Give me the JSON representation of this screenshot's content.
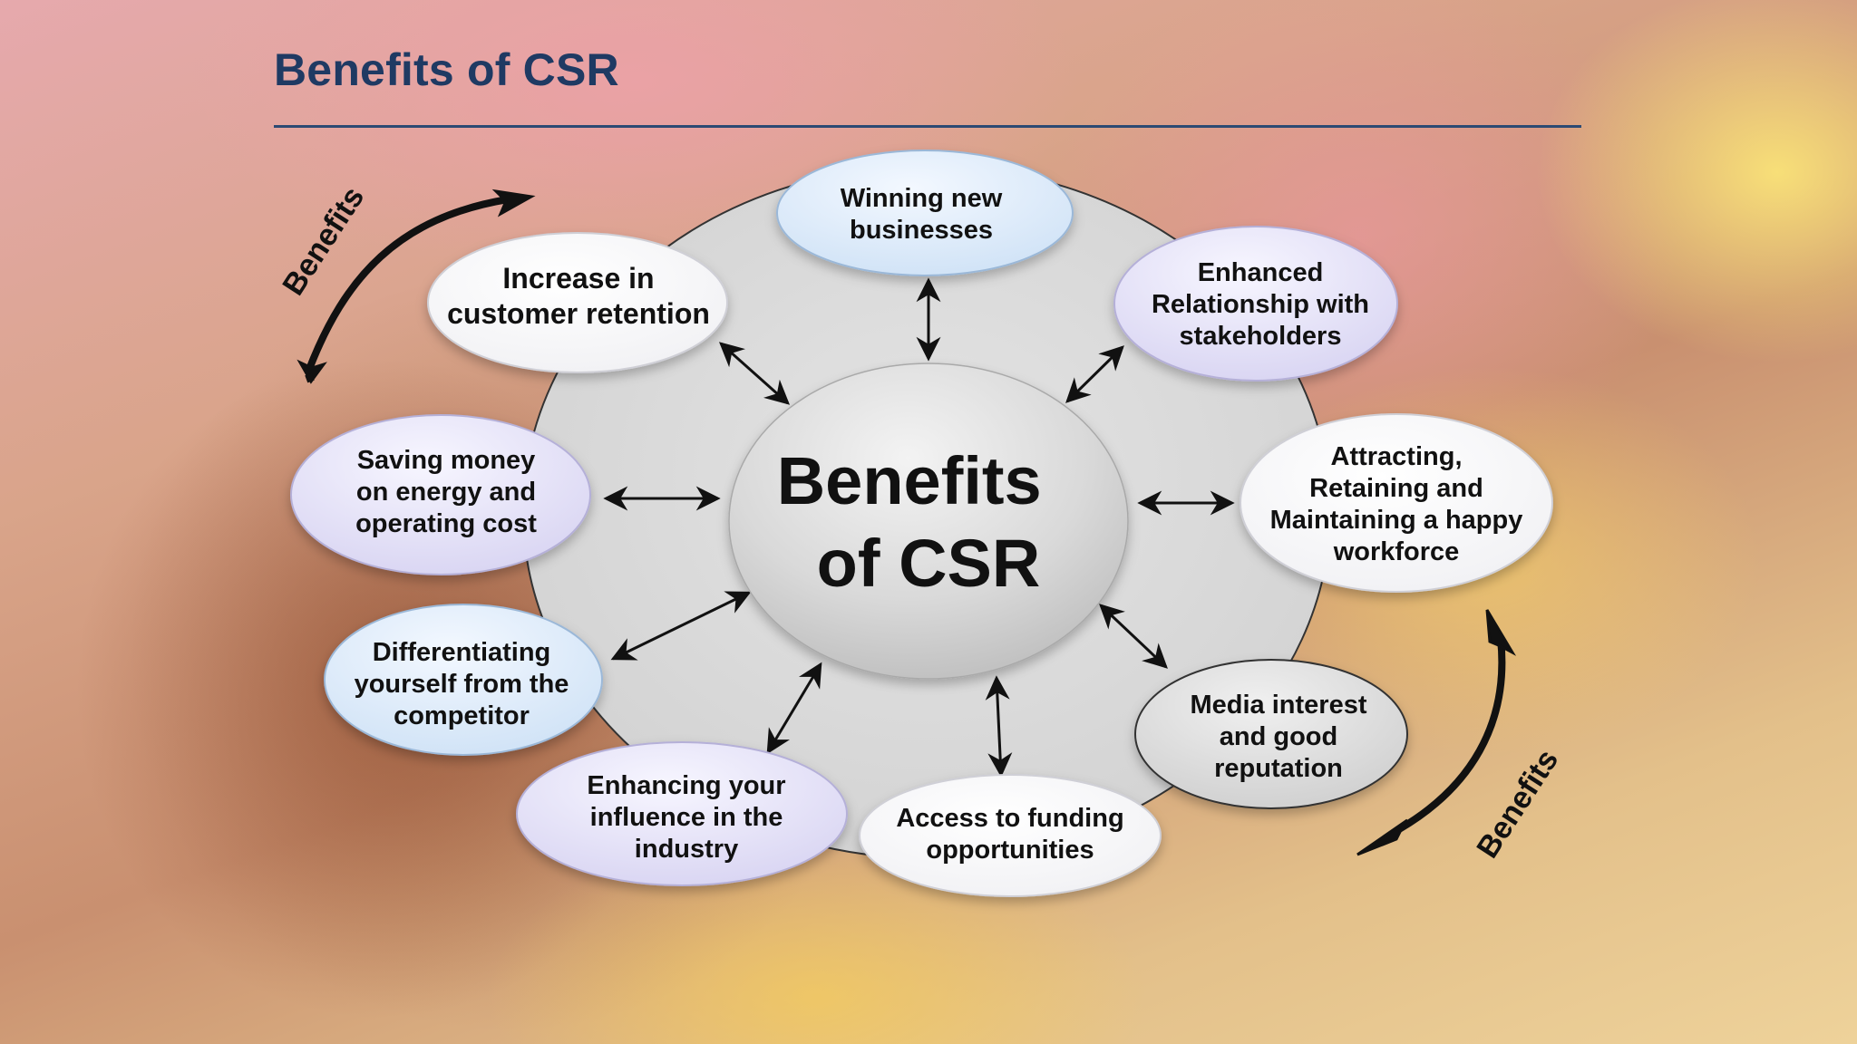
{
  "slide": {
    "title": "Benefits of CSR"
  },
  "diagram": {
    "center_lines": [
      "Benefits",
      "of CSR"
    ],
    "nodes": [
      {
        "id": "winning-new-businesses",
        "lines": [
          "Winning new",
          "businesses"
        ]
      },
      {
        "id": "enhanced-relationship",
        "lines": [
          "Enhanced",
          "Relationship with",
          "stakeholders"
        ]
      },
      {
        "id": "happy-workforce",
        "lines": [
          "Attracting,",
          "Retaining and",
          "Maintaining a happy",
          "workforce"
        ]
      },
      {
        "id": "media-interest",
        "lines": [
          "Media interest",
          "and good",
          "reputation"
        ]
      },
      {
        "id": "access-to-funding",
        "lines": [
          "Access to funding",
          "opportunities"
        ]
      },
      {
        "id": "enhancing-influence",
        "lines": [
          "Enhancing your",
          "influence in the",
          "industry"
        ]
      },
      {
        "id": "differentiating",
        "lines": [
          "Differentiating",
          "yourself from the",
          "competitor"
        ]
      },
      {
        "id": "saving-money",
        "lines": [
          "Saving money",
          "on energy and",
          "operating cost"
        ]
      },
      {
        "id": "customer-retention",
        "lines": [
          "Increase in",
          "customer retention"
        ]
      }
    ],
    "side_labels": [
      "Benefits",
      "Benefits"
    ]
  }
}
